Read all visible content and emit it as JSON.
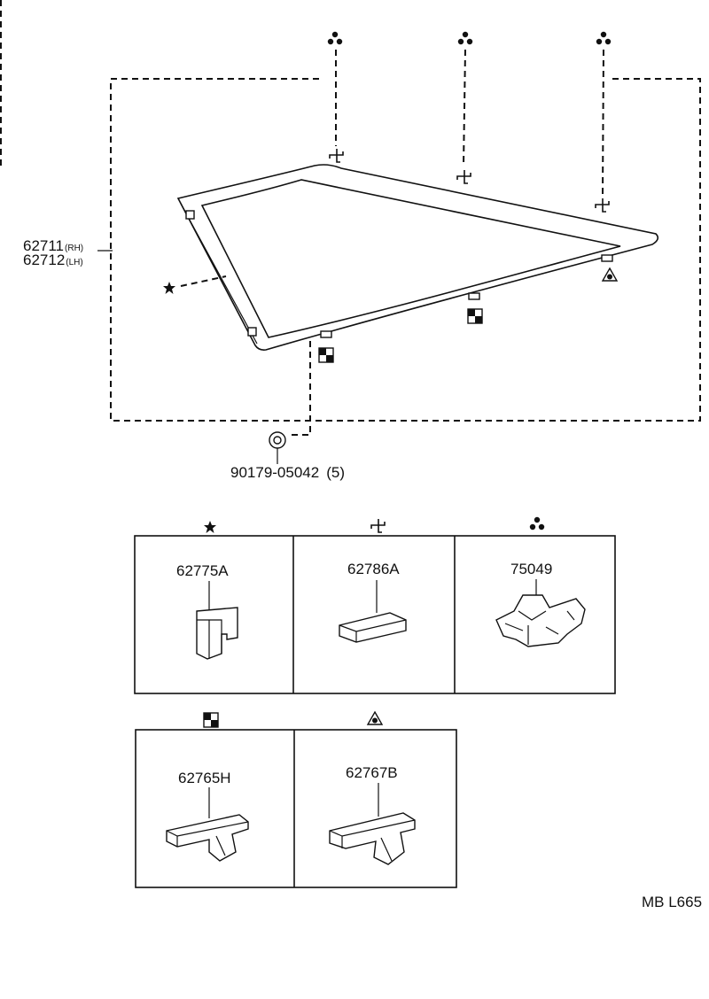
{
  "main_part": {
    "rh": {
      "number": "62711",
      "side": "(RH)"
    },
    "lh": {
      "number": "62712",
      "side": "(LH)"
    }
  },
  "nut": {
    "number": "90179-05042",
    "qty": "(5)"
  },
  "detail_parts": [
    {
      "key": "star",
      "number": "62775A",
      "symbol": "star-icon"
    },
    {
      "key": "pinwheel",
      "number": "62786A",
      "symbol": "pinwheel-icon"
    },
    {
      "key": "triple",
      "number": "75049",
      "symbol": "triple-dot-icon"
    },
    {
      "key": "checker",
      "number": "62765H",
      "symbol": "checker-icon"
    },
    {
      "key": "triangle",
      "number": "62767B",
      "symbol": "triangle-dot-icon"
    }
  ],
  "diagram_code": "MB L665"
}
